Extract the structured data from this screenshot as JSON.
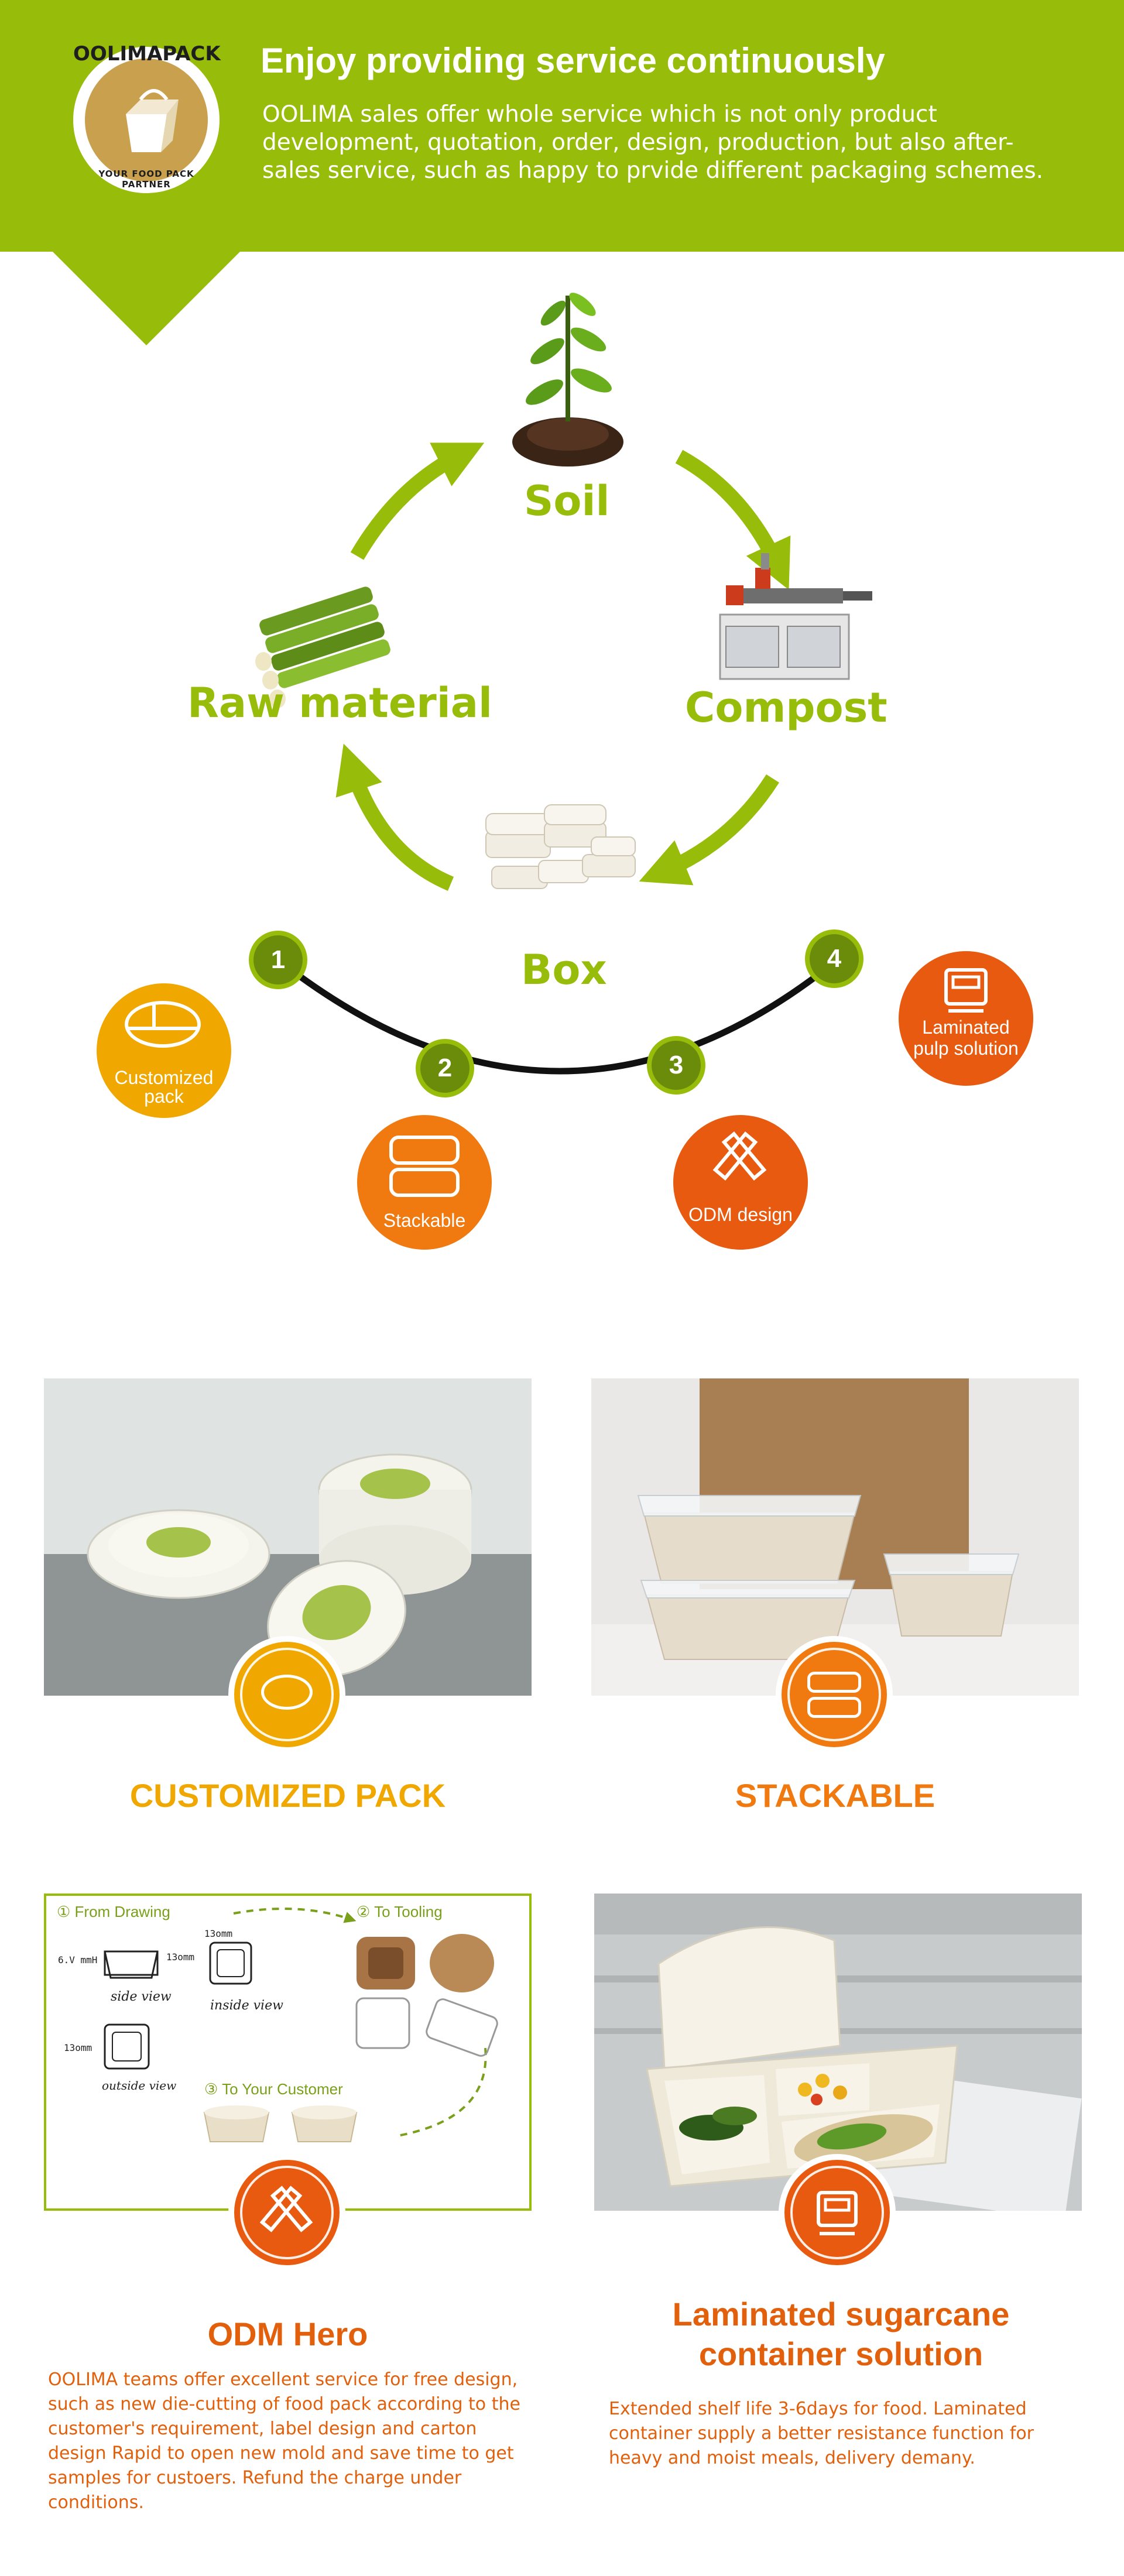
{
  "header": {
    "title": "Enjoy providing service continuously",
    "body": "OOLIMA sales offer whole service which is not only product development, quotation, order, design, production, but also after-sales service, such as happy to prvide different packaging schemes.",
    "logo_top": "OOLIMAPACK",
    "logo_bottom": "YOUR FOOD PACK PARTNER",
    "brand_color": "#98bc0a"
  },
  "cycle": {
    "soil": "Soil",
    "compost": "Compost",
    "box": "Box",
    "raw_material": "Raw material"
  },
  "steps": {
    "s1": "1",
    "s2": "2",
    "s3": "3",
    "s4": "4"
  },
  "features": {
    "customized": "Customized pack",
    "stackable": "Stackable",
    "odm": "ODM design",
    "laminated": "Laminated pulp solution"
  },
  "colors": {
    "yellow": "#f0a800",
    "orange": "#f07a10",
    "red_orange": "#e85a0f"
  },
  "cards": {
    "customized_title": "CUSTOMIZED PACK",
    "stackable_title": "STACKABLE",
    "odm_title": "ODM Hero",
    "laminated_title_1": "Laminated sugarcane",
    "laminated_title_2": "container solution",
    "odm_body": "OOLIMA teams offer excellent service for free design, such as new die-cutting of food pack according to the customer's requirement, label design and carton design Rapid to open new mold and save time to get samples for custoers. Refund the charge under conditions.",
    "laminated_body": "Extended shelf life 3-6days for food. Laminated container supply a better resistance function for heavy and moist meals, delivery demany."
  },
  "drawing": {
    "step1": "① From Drawing",
    "step2": "② To Tooling",
    "step3": "③ To Your Customer",
    "side_view": "side view",
    "inside_view": "inside view",
    "outside_view": "outside view",
    "dim1": "6.V mmH",
    "dim2": "13omm",
    "dim3": "13omm",
    "dim4": "13omm"
  }
}
